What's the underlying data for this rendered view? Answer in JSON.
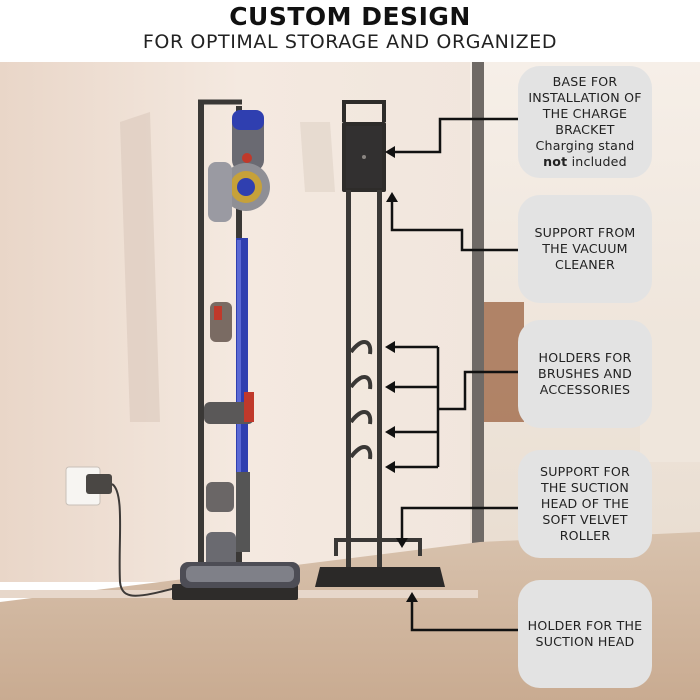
{
  "header": {
    "title": "CUSTOM DESIGN",
    "subtitle": "FOR OPTIMAL STORAGE AND ORGANIZED"
  },
  "callouts": [
    {
      "lines_before": "BASE FOR\nINSTALLATION OF\nTHE CHARGE\nBRACKET\nCharging stand",
      "bold": "not",
      "after": " included"
    },
    {
      "text": "SUPPORT FROM\nTHE VACUUM\nCLEANER"
    },
    {
      "text": "HOLDERS FOR\nBRUSHES AND\nACCESSORIES"
    },
    {
      "text": "SUPPORT FOR\nTHE SUCTION\nHEAD OF THE\nSOFT VELVET\nROLLER"
    },
    {
      "text": "HOLDER FOR THE\nSUCTION HEAD"
    }
  ],
  "colors": {
    "wall": "#efe2d8",
    "floor": "#d9c3ae",
    "stand_metal": "#3a3836",
    "vacuum_blue": "#2f3fb0",
    "callout_bg": "#e3e3e3",
    "arrow": "#111111"
  }
}
